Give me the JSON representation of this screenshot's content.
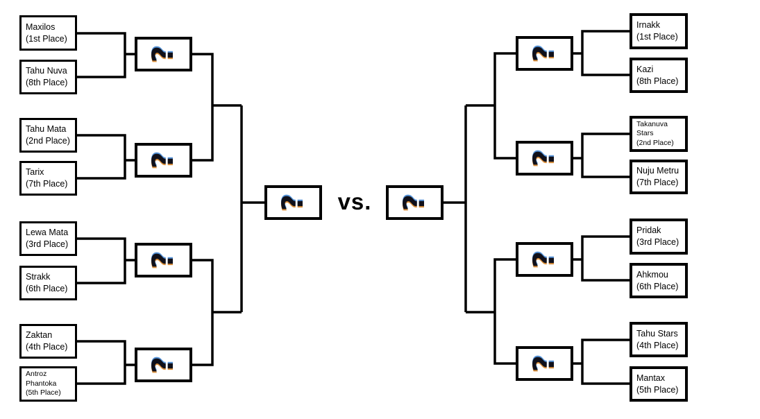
{
  "versus_label": "vs.",
  "placeholder_glyph": "?",
  "colors": {
    "background": "#ffffff",
    "line": "#000000",
    "box_border": "#000000",
    "icon_body": "#10101a",
    "icon_highlight_top": "#5593d8",
    "icon_highlight_bottom": "#d98e3b"
  },
  "left_bracket": {
    "teams": [
      {
        "name": "Maxilos",
        "place": "(1st Place)"
      },
      {
        "name": "Tahu Nuva",
        "place": "(8th Place)"
      },
      {
        "name": "Tahu Mata",
        "place": "(2nd Place)"
      },
      {
        "name": "Tarix",
        "place": "(7th Place)"
      },
      {
        "name": "Lewa Mata",
        "place": "(3rd Place)"
      },
      {
        "name": "Strakk",
        "place": "(6th Place)"
      },
      {
        "name": "Zaktan",
        "place": "(4th Place)"
      },
      {
        "name": "Antroz Phantoka",
        "place": "(5th Place)"
      }
    ]
  },
  "right_bracket": {
    "teams": [
      {
        "name": "Irnakk",
        "place": "(1st Place)"
      },
      {
        "name": "Kazi",
        "place": "(8th Place)"
      },
      {
        "name": "Takanuva Stars",
        "place": "(2nd Place)"
      },
      {
        "name": "Nuju Metru",
        "place": "(7th Place)"
      },
      {
        "name": "Pridak",
        "place": "(3rd Place)"
      },
      {
        "name": "Ahkmou",
        "place": "(6th Place)"
      },
      {
        "name": "Tahu Stars",
        "place": "(4th Place)"
      },
      {
        "name": "Mantax",
        "place": "(5th Place)"
      }
    ]
  }
}
